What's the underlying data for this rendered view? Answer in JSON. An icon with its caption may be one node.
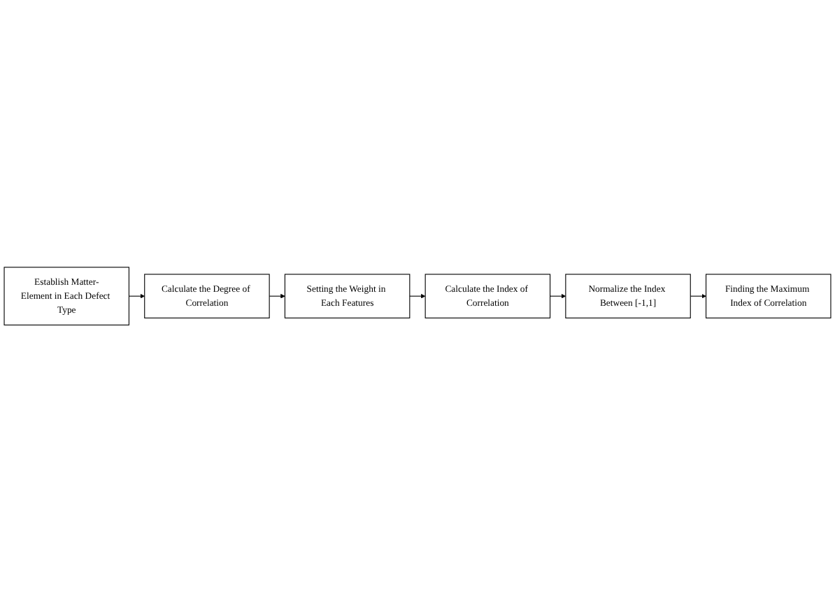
{
  "diagram": {
    "nodes": [
      {
        "text": [
          "Establish Matter-Element in Each Defect Type"
        ]
      },
      {
        "text": [
          "Calculate the Degree of Correlation"
        ]
      },
      {
        "text": [
          "Setting the Weight in Each Features"
        ]
      },
      {
        "text": [
          "Calculate the Index of Correlation"
        ]
      },
      {
        "text": [
          "Normalize the Index Between [-1,1]"
        ]
      },
      {
        "text": [
          "Finding the Maximum Index of Correlation"
        ]
      }
    ],
    "edges": [
      {
        "from": 0,
        "to": 1,
        "arrow": "to"
      },
      {
        "from": 1,
        "to": 2,
        "arrow": "to"
      },
      {
        "from": 2,
        "to": 3,
        "arrow": "to"
      },
      {
        "from": 3,
        "to": 4,
        "arrow": "to"
      },
      {
        "from": 4,
        "to": 5,
        "arrow": "to"
      }
    ]
  }
}
